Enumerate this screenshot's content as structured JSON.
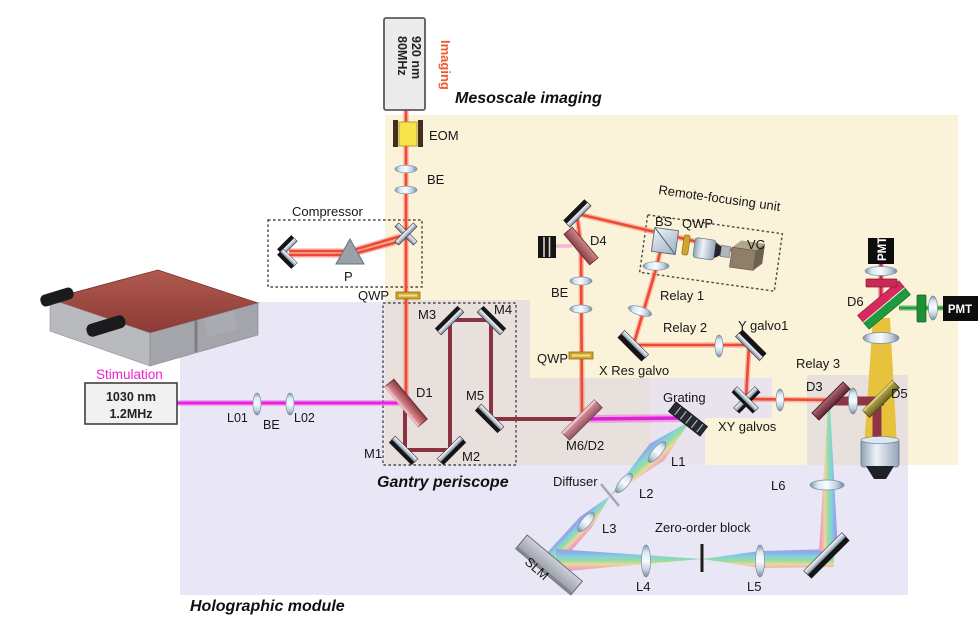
{
  "sections": {
    "mesoscale": "Mesoscale imaging",
    "holographic": "Holographic module",
    "gantry": "Gantry periscope",
    "compressor": "Compressor",
    "remote_focusing": "Remote-focusing unit"
  },
  "lasers": {
    "imaging": {
      "label": "Imaging",
      "line1": "920 nm",
      "line2": "80MHz"
    },
    "stimulation": {
      "label": "Stimulation",
      "line1": "1030 nm",
      "line2": "1.2MHz"
    }
  },
  "labels": {
    "eom": "EOM",
    "be1": "BE",
    "prism": "P",
    "qwp1": "QWP",
    "m1": "M1",
    "m2": "M2",
    "m3": "M3",
    "m4": "M4",
    "m5": "M5",
    "d1": "D1",
    "m6d2": "M6/D2",
    "qwp2": "QWP",
    "be2": "BE",
    "d4": "D4",
    "bs": "BS",
    "qwp3": "QWP",
    "vc": "VC",
    "relay1": "Relay 1",
    "relay2": "Relay 2",
    "relay3": "Relay 3",
    "y_galvo": "Y galvo1",
    "x_res_galvo": "X Res galvo",
    "xy_galvos": "XY galvos",
    "d3": "D3",
    "d5": "D5",
    "d6": "D6",
    "pmt_top": "PMT",
    "pmt_right": "PMT",
    "grating": "Grating",
    "l1": "L1",
    "l2": "L2",
    "l3": "L3",
    "l4": "L4",
    "l5": "L5",
    "l6": "L6",
    "diffuser": "Diffuser",
    "zero_order": "Zero-order block",
    "slm": "SLM",
    "l01": "L01",
    "be3": "BE",
    "l02": "L02"
  },
  "colors": {
    "mesoscale_bg": "#faf3d9",
    "holographic_bg": "#e9e7f6",
    "overlap_bg": "#e7e0dc",
    "imaging_beam": "#ee4934",
    "stimulation_beam": "#e822e0",
    "combined_beam": "#8a3142",
    "excitation_thick": "#8d3546",
    "fluorescence": "#e8c23c",
    "green_channel": "#23a03e",
    "red_channel": "#cf2458",
    "imaging_accent": "#f0592c",
    "stimulation_accent": "#ee1fd0"
  }
}
